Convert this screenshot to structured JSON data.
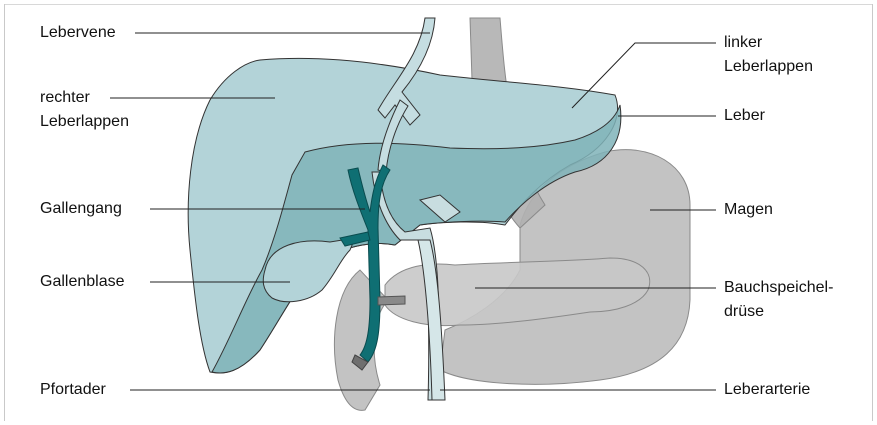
{
  "labels": {
    "lebervene": "Lebervene",
    "rechter_leberlappen_1": "rechter",
    "rechter_leberlappen_2": "Leberlappen",
    "gallengang": "Gallengang",
    "gallenblase": "Gallenblase",
    "pfortader": "Pfortader",
    "linker_leberlappen_1": "linker",
    "linker_leberlappen_2": "Leberlappen",
    "leber": "Leber",
    "magen": "Magen",
    "bauchspeicheldruese_1": "Bauchspeichel-",
    "bauchspeicheldruese_2": "drüse",
    "leberarterie": "Leberarterie"
  },
  "colors": {
    "liver_light": "#b3d3d8",
    "liver_dark": "#7fb3b9",
    "bile_duct": "#0f6f73",
    "gray_organ": "#b8b8b8",
    "gray_dark": "#8a8a8a",
    "outline": "#333333"
  }
}
